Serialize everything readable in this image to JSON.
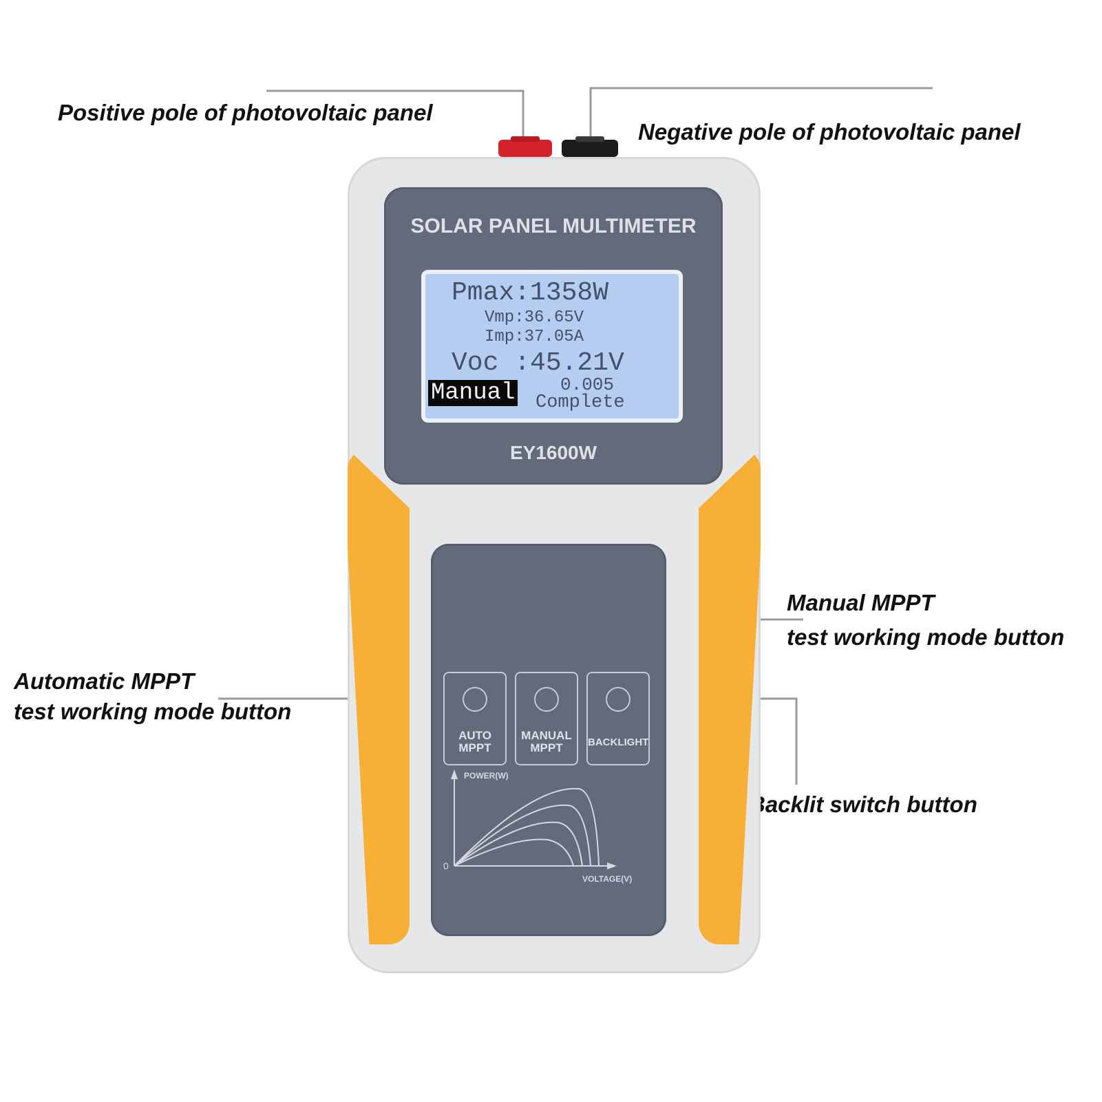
{
  "callouts": {
    "positive_pole": "Positive pole of photovoltaic panel",
    "negative_pole": "Negative pole of photovoltaic panel",
    "manual_mppt_line1": "Manual MPPT",
    "manual_mppt_line2": "test working mode button",
    "auto_mppt_line1": "Automatic MPPT",
    "auto_mppt_line2": "test working mode button",
    "backlit": "Backlit switch button"
  },
  "device": {
    "brand_text": "SOLAR PANEL MULTIMETER",
    "model": "EY1600W",
    "lcd": {
      "pmax": "Pmax:1358W",
      "vmp": "Vmp:36.65V",
      "imp": "Imp:37.05A",
      "voc": "Voc :45.21V",
      "mode": "Manual",
      "small_value": "0.005",
      "status": "Complete"
    },
    "buttons": {
      "auto_line1": "AUTO",
      "auto_line2": "MPPT",
      "manual_line1": "MANUAL",
      "manual_line2": "MPPT",
      "backlight": "BACKLIGHT"
    },
    "graph": {
      "y_label": "POWER(W)",
      "x_label": "VOLTAGE(V)",
      "origin": "0"
    }
  },
  "colors": {
    "panel": "#626a7b",
    "casing": "#e6e7e8",
    "grip": "#f7b035",
    "lcd": "#b5cdf0",
    "positive_terminal": "#d2222b",
    "negative_terminal": "#1c1c1c"
  }
}
